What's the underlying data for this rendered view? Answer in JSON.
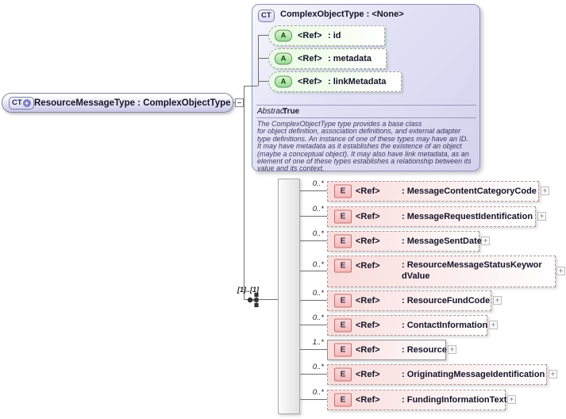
{
  "diagram": {
    "main_type": {
      "badge": "CT",
      "plus_symbol": "+",
      "label": "ResourceMessageType : ComplexObjectType"
    },
    "base_type": {
      "badge": "CT",
      "title": "ComplexObjectType : <None>",
      "attributes": [
        {
          "badge": "A",
          "ref": "<Ref>",
          "name": ": id"
        },
        {
          "badge": "A",
          "ref": "<Ref>",
          "name": ": metadata"
        },
        {
          "badge": "A",
          "ref": "<Ref>",
          "name": ": linkMetadata"
        }
      ],
      "abstract_label": "Abstract",
      "abstract_value": "True",
      "documentation": "The ComplexObjectType type provides a base class\nfor object definition, association definitions, and external adapter\ntype definitions. An instance of one of these types may have an ID.\nIt may have metadata as it establishes the existence of an object\n(maybe a conceptual object). It may also have link metadata, as an\nelement of one of these types establishes a relationship between its\nvalue and its context."
    },
    "sequence": {
      "cardinality": "[1]..[1]"
    },
    "expand_symbol": "+",
    "elements": [
      {
        "badge": "E",
        "ref": "<Ref>",
        "name": ": MessageContentCategoryCode",
        "cardinality": "0..*"
      },
      {
        "badge": "E",
        "ref": "<Ref>",
        "name": ": MessageRequestIdentification",
        "cardinality": "0..*"
      },
      {
        "badge": "E",
        "ref": "<Ref>",
        "name": ": MessageSentDate",
        "cardinality": "0..*"
      },
      {
        "badge": "E",
        "ref": "<Ref>",
        "name": ": ResourceMessageStatusKeywordValue",
        "cardinality": "0..*"
      },
      {
        "badge": "E",
        "ref": "<Ref>",
        "name": ": ResourceFundCode",
        "cardinality": "0..*"
      },
      {
        "badge": "E",
        "ref": "<Ref>",
        "name": ": ContactInformation",
        "cardinality": "0..*"
      },
      {
        "badge": "E",
        "ref": "<Ref>",
        "name": ": Resource",
        "cardinality": "1..*"
      },
      {
        "badge": "E",
        "ref": "<Ref>",
        "name": ": OriginatingMessageIdentification",
        "cardinality": "0..*"
      },
      {
        "badge": "E",
        "ref": "<Ref>",
        "name": ": FundingInformationText",
        "cardinality": "0..*"
      }
    ],
    "colors": {
      "base_box_fill": "#d2d2ee",
      "attribute_fill": "#e9fbe4",
      "attribute_badge": "#93dd93",
      "element_fill": "#f9dbdb",
      "element_badge": "#f5b9b9",
      "wire": "#6f6f6f"
    }
  }
}
